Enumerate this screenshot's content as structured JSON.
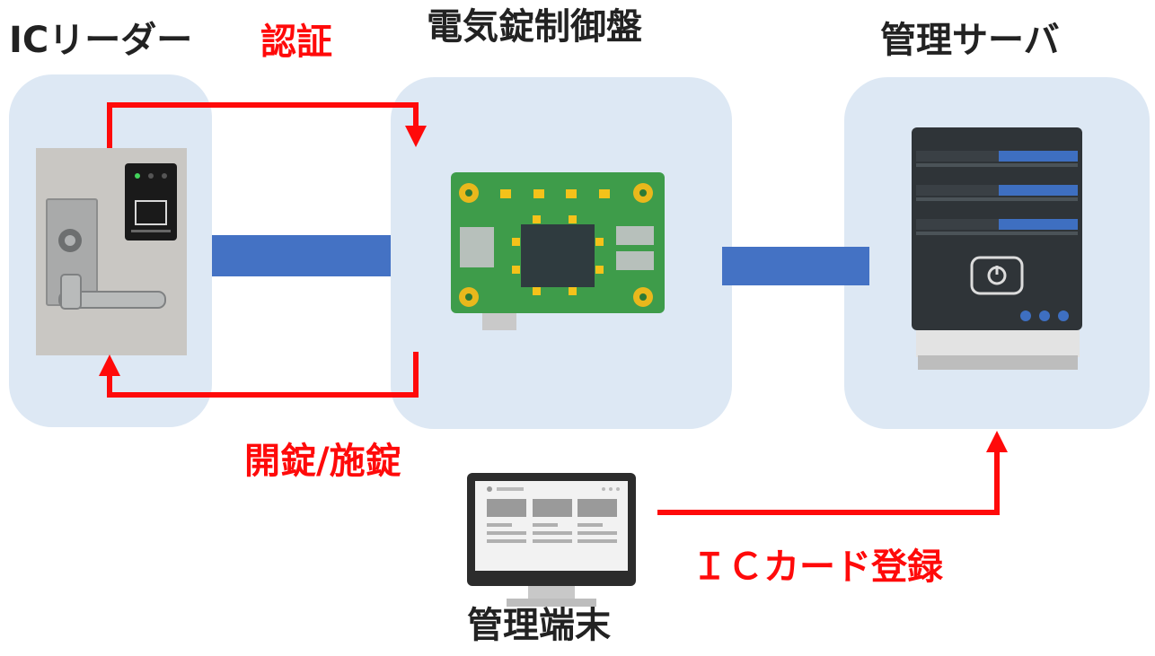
{
  "nodes": {
    "ic_reader": "ICリーダー",
    "controller": "電気錠制御盤",
    "server": "管理サーバ",
    "terminal": "管理端末"
  },
  "edges": {
    "auth": "認証",
    "lock": "開錠/施錠",
    "register": "ＩＣカード登録"
  },
  "colors": {
    "panel": "#dde8f4",
    "link": "#4472c4",
    "arrow": "#ff0a0a",
    "pcb": "#3e9c4a",
    "server_body": "#2f3438",
    "server_accent": "#3e6fc1"
  }
}
